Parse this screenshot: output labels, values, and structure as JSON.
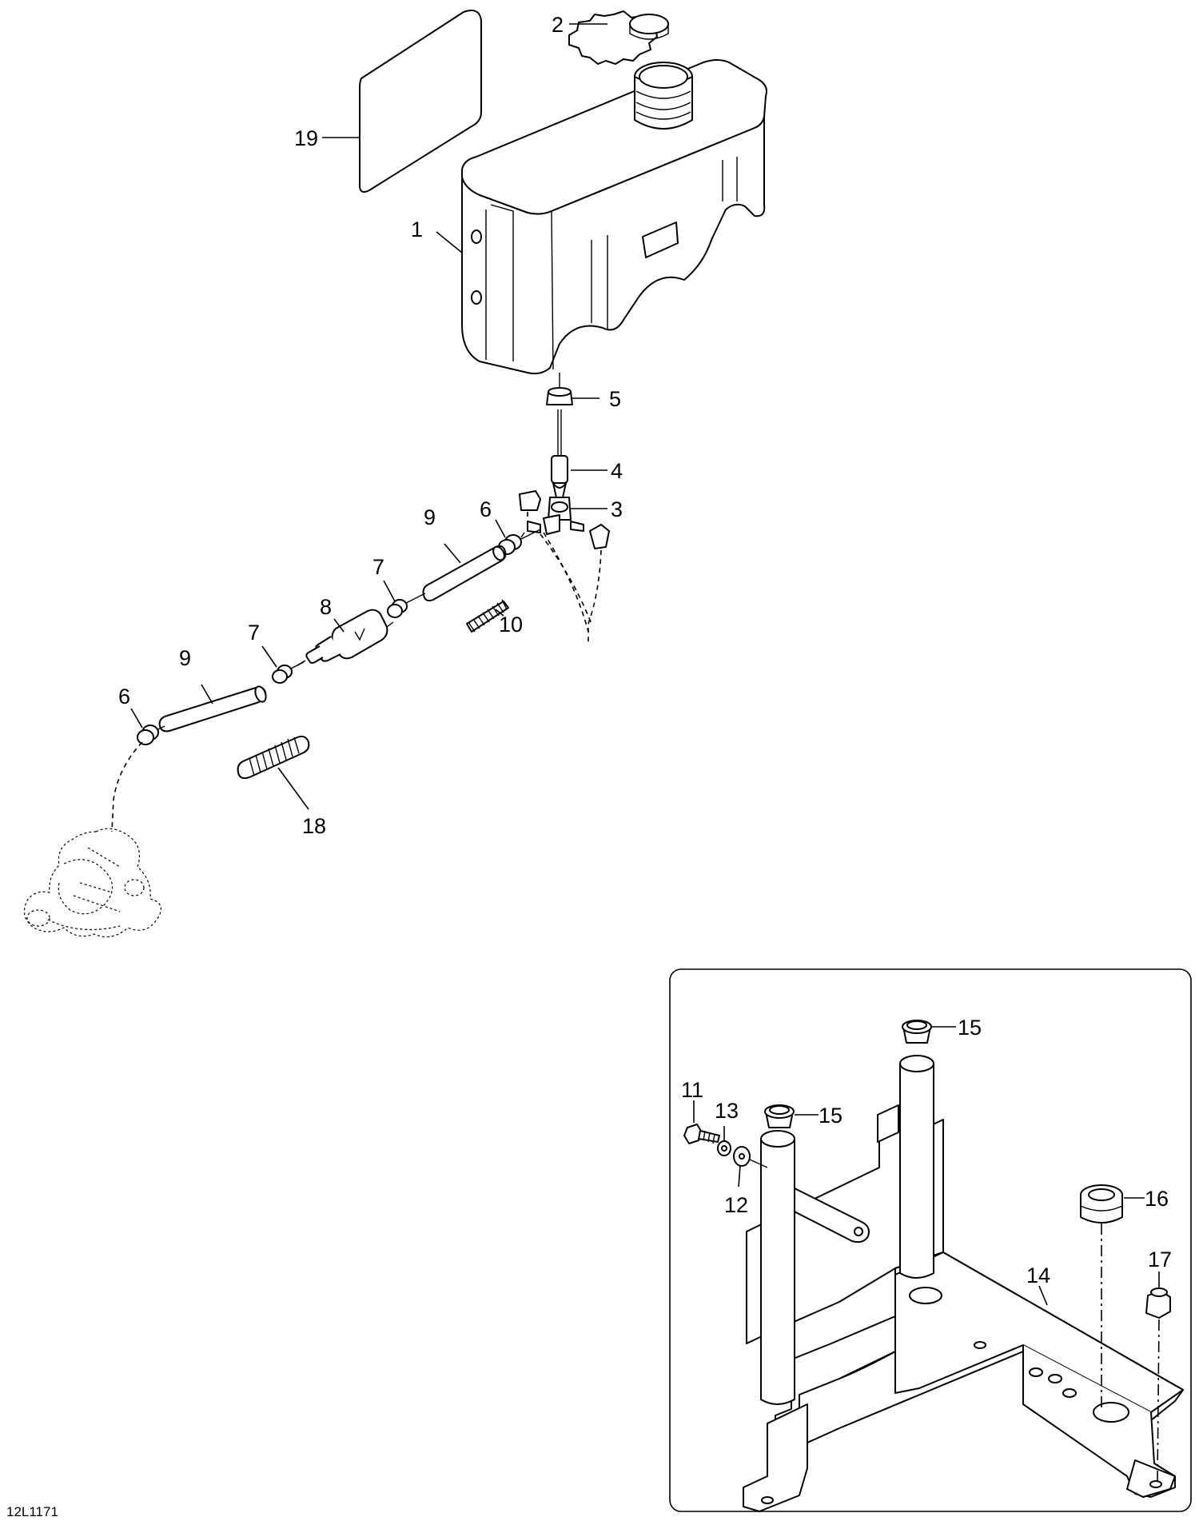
{
  "figure_id": "12L1171",
  "callouts": {
    "c1": "1",
    "c2": "2",
    "c3": "3",
    "c4": "4",
    "c5": "5",
    "c6a": "6",
    "c6b": "6",
    "c7a": "7",
    "c7b": "7",
    "c8": "8",
    "c9a": "9",
    "c9b": "9",
    "c10": "10",
    "c11": "11",
    "c12": "12",
    "c13": "13",
    "c14": "14",
    "c15a": "15",
    "c15b": "15",
    "c16": "16",
    "c17": "17",
    "c18": "18",
    "c19": "19"
  },
  "icons": [
    "fuel-tank",
    "fuel-cap",
    "fuel-valve",
    "fuel-filter",
    "hose",
    "clamp",
    "spring",
    "grommet",
    "tank-support-frame",
    "bolt",
    "washer",
    "nut",
    "decal"
  ]
}
